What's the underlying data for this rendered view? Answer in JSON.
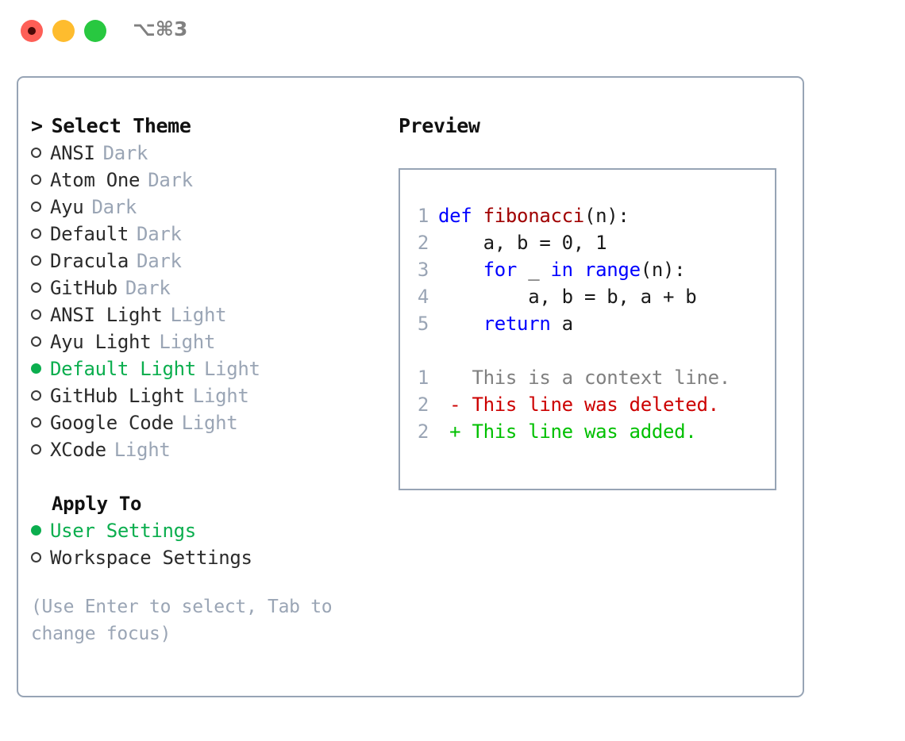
{
  "window": {
    "title_shortcut": "⌥⌘3",
    "traffic_lights": {
      "close": "close-button",
      "minimize": "minimize-button",
      "maximize": "maximize-button"
    },
    "accent_green": "#0bae4e",
    "border_color": "#97a4b5",
    "muted_color": "#9aa5b5"
  },
  "theme_picker": {
    "caret": ">",
    "header": "Select Theme",
    "items": [
      {
        "bullet": "○",
        "label": "ANSI",
        "tag": "Dark",
        "selected": false
      },
      {
        "bullet": "○",
        "label": "Atom One",
        "tag": "Dark",
        "selected": false
      },
      {
        "bullet": "○",
        "label": "Ayu",
        "tag": "Dark",
        "selected": false
      },
      {
        "bullet": "○",
        "label": "Default",
        "tag": "Dark",
        "selected": false
      },
      {
        "bullet": "○",
        "label": "Dracula",
        "tag": "Dark",
        "selected": false
      },
      {
        "bullet": "○",
        "label": "GitHub",
        "tag": "Dark",
        "selected": false
      },
      {
        "bullet": "○",
        "label": "ANSI Light",
        "tag": "Light",
        "selected": false
      },
      {
        "bullet": "○",
        "label": "Ayu Light",
        "tag": "Light",
        "selected": false
      },
      {
        "bullet": "●",
        "label": "Default Light",
        "tag": "Light",
        "selected": true
      },
      {
        "bullet": "○",
        "label": "GitHub Light",
        "tag": "Light",
        "selected": false
      },
      {
        "bullet": "○",
        "label": "Google Code",
        "tag": "Light",
        "selected": false
      },
      {
        "bullet": "○",
        "label": "XCode",
        "tag": "Light",
        "selected": false
      }
    ]
  },
  "apply_to": {
    "heading": "Apply To",
    "options": [
      {
        "bullet": "●",
        "label": "User Settings",
        "selected": true
      },
      {
        "bullet": "○",
        "label": "Workspace Settings",
        "selected": false
      }
    ]
  },
  "hint": "(Use Enter to select, Tab to change focus)",
  "preview": {
    "title": "Preview",
    "code_lines": [
      {
        "num": "1",
        "tokens": [
          {
            "t": "def ",
            "c": "kw"
          },
          {
            "t": "fibonacci",
            "c": "fn"
          },
          {
            "t": "(n):",
            "c": "pl"
          }
        ]
      },
      {
        "num": "2",
        "tokens": [
          {
            "t": "    a, b = 0, 1",
            "c": "pl"
          }
        ]
      },
      {
        "num": "3",
        "tokens": [
          {
            "t": "    ",
            "c": "pl"
          },
          {
            "t": "for",
            "c": "kw"
          },
          {
            "t": " _ ",
            "c": "pl"
          },
          {
            "t": "in",
            "c": "kw"
          },
          {
            "t": " ",
            "c": "pl"
          },
          {
            "t": "range",
            "c": "kw"
          },
          {
            "t": "(n):",
            "c": "pl"
          }
        ]
      },
      {
        "num": "4",
        "tokens": [
          {
            "t": "        a, b = b, a + b",
            "c": "pl"
          }
        ]
      },
      {
        "num": "5",
        "tokens": [
          {
            "t": "    ",
            "c": "pl"
          },
          {
            "t": "return",
            "c": "kw"
          },
          {
            "t": " a",
            "c": "pl"
          }
        ]
      }
    ],
    "diff_lines": [
      {
        "num": "1",
        "marker": " ",
        "text": "This is a context line.",
        "kind": "diff-ctx"
      },
      {
        "num": "2",
        "marker": "-",
        "text": "This line was deleted.",
        "kind": "diff-del"
      },
      {
        "num": "2",
        "marker": "+",
        "text": "This line was added.",
        "kind": "diff-add"
      }
    ]
  }
}
